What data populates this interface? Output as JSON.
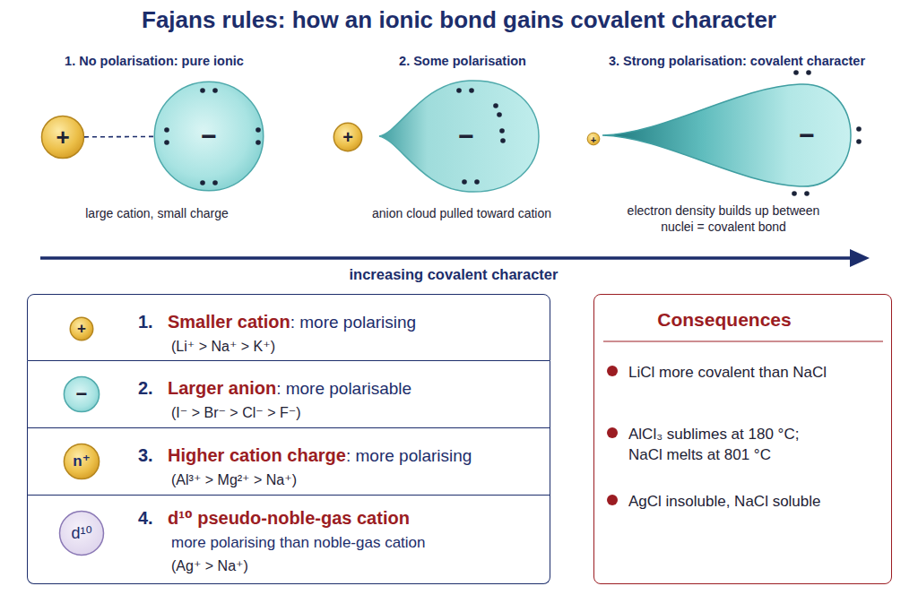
{
  "diagram": {
    "title": "Fajans rules: how an ionic bond gains covalent character",
    "nodes": [
      {
        "text": [
          "+"
        ]
      },
      {
        "text": [
          "−"
        ]
      },
      {
        "text": [
          "+"
        ]
      },
      {
        "text": [
          "−"
        ]
      },
      {
        "text": [
          "+"
        ]
      },
      {
        "text": [
          "−"
        ]
      },
      {
        "text": [
          "1.",
          "Smaller cation",
          ": more polarising",
          "(Li⁺ > Na⁺ > K⁺)"
        ]
      },
      {
        "text": [
          "+"
        ],
        "in": 6
      },
      {
        "text": [
          "2.",
          "Larger anion",
          ": more polarisable",
          "(I⁻ > Br⁻ > Cl⁻ > F⁻)"
        ]
      },
      {
        "text": [
          "−"
        ],
        "in": 8
      },
      {
        "text": [
          "3.",
          "Higher cation charge",
          ": more polarising",
          "(Al³⁺ > Mg²⁺ > Na⁺)"
        ]
      },
      {
        "text": [
          "n⁺"
        ],
        "in": 10
      },
      {
        "text": [
          "4.",
          "d¹⁰ pseudo-noble-gas cation",
          "more polarising than noble-gas cation",
          "(Ag⁺ > Na⁺)"
        ]
      },
      {
        "text": [
          "d¹⁰"
        ],
        "in": 12
      },
      {
        "text": [
          "Consequences",
          "LiCl more covalent than NaCl",
          "AlCl₃ sublimes at 180 °C; NaCl melts at 801 °C",
          "AgCl insoluble, NaCl soluble"
        ]
      }
    ],
    "edges": [
      {
        "from": 0,
        "to": 1,
        "arrow": "none"
      }
    ],
    "labels": [
      "1. No polarisation: pure ionic",
      "2. Some polarisation",
      "3. Strong polarisation: covalent character",
      "large cation, small charge",
      "anion cloud pulled toward cation",
      "electron density builds up between nuclei = covalent bond",
      "increasing covalent character"
    ]
  }
}
